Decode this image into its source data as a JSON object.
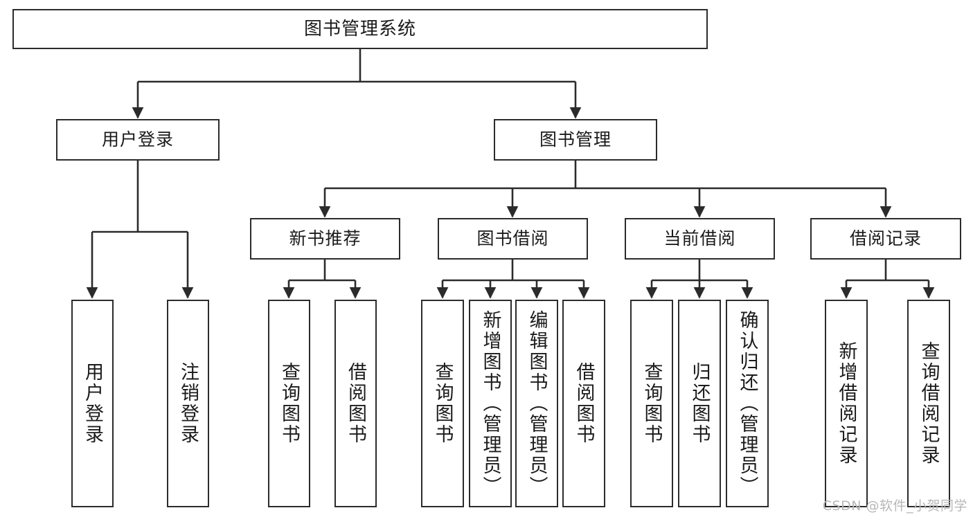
{
  "diagram": {
    "title": "图书管理系统",
    "type": "functional-structure-tree",
    "root": {
      "label": "图书管理系统"
    },
    "level1": [
      {
        "label": "用户登录"
      },
      {
        "label": "图书管理"
      }
    ],
    "level2": [
      {
        "label": "新书推荐"
      },
      {
        "label": "图书借阅"
      },
      {
        "label": "当前借阅"
      },
      {
        "label": "借阅记录"
      }
    ],
    "leaves": {
      "user_login": [
        {
          "label": "用户登录"
        },
        {
          "label": "注销登录"
        }
      ],
      "new_book_recommend": [
        {
          "label": "查询图书"
        },
        {
          "label": "借阅图书"
        }
      ],
      "book_borrow": [
        {
          "label": "查询图书"
        },
        {
          "label": "新增图书（管理员）"
        },
        {
          "label": "编辑图书（管理员）"
        },
        {
          "label": "借阅图书"
        }
      ],
      "current_borrow": [
        {
          "label": "查询图书"
        },
        {
          "label": "归还图书"
        },
        {
          "label": "确认归还（管理员）"
        }
      ],
      "borrow_record": [
        {
          "label": "新增借阅记录"
        },
        {
          "label": "查询借阅记录"
        }
      ]
    }
  },
  "watermark": {
    "text": "CSDN @软件_小贺同学"
  },
  "colors": {
    "box_border": "#2b2b2b",
    "box_fill": "#ffffff",
    "connector": "#2b2b2b",
    "text": "#1a1a1a",
    "watermark": "#b7b7b7",
    "background": "#ffffff"
  }
}
